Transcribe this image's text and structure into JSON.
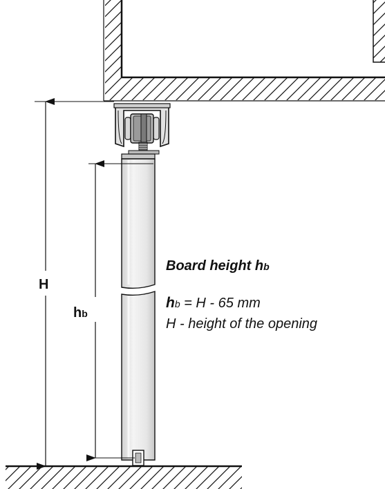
{
  "dimensions": {
    "overall_label": "H",
    "board_label_main": "h",
    "board_label_sub": "b"
  },
  "caption": {
    "title_main": "Board height h",
    "title_sub": "b",
    "formula_h": "h",
    "formula_sub": "b",
    "formula_rest": " = H - 65 mm",
    "definition": "H - height of the opening"
  },
  "colors": {
    "line": "#111111",
    "board_fill": "#e6e6e6",
    "board_highlight": "#f6f6f6",
    "board_shade": "#c9c9c9"
  }
}
